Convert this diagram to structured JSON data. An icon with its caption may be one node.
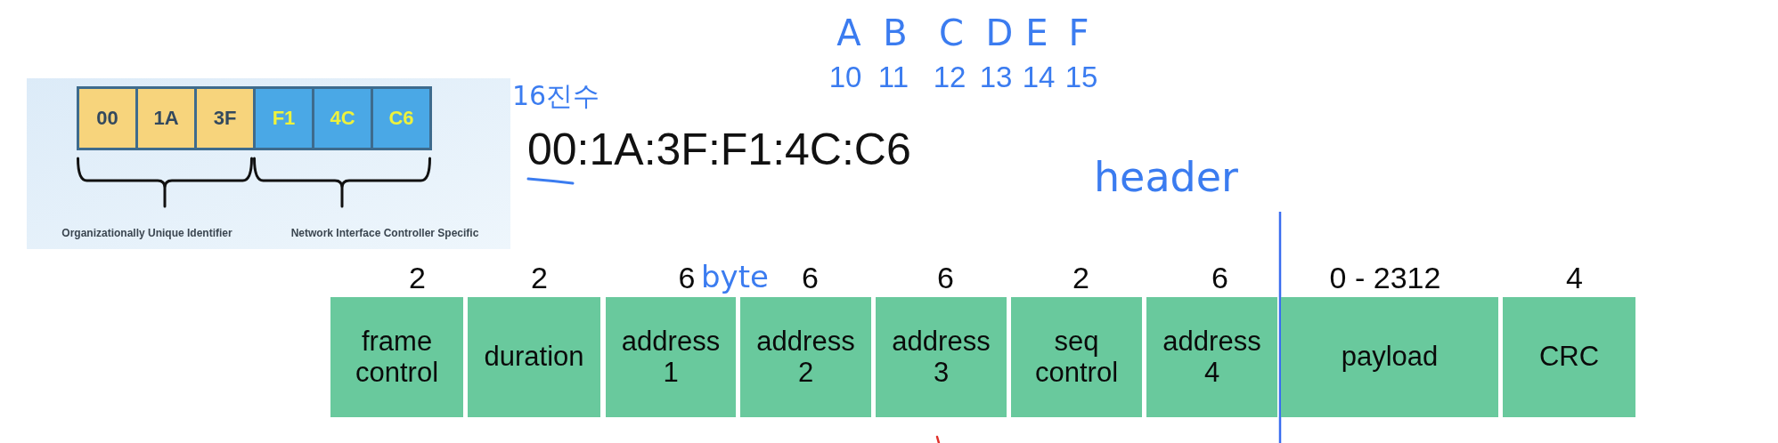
{
  "diagram": {
    "nodes": [
      {
        "text": [
          "00"
        ]
      },
      {
        "text": [
          "1A"
        ]
      },
      {
        "text": [
          "3F"
        ]
      },
      {
        "text": [
          "F1"
        ]
      },
      {
        "text": [
          "4C"
        ]
      },
      {
        "text": [
          "C6"
        ]
      },
      {
        "text": [
          "frame control"
        ],
        "beside": [
          "2"
        ]
      },
      {
        "text": [
          "duration"
        ],
        "beside": [
          "2"
        ]
      },
      {
        "text": [
          "address 1"
        ],
        "beside": [
          "6"
        ]
      },
      {
        "text": [
          "address 2"
        ],
        "beside": [
          "6"
        ]
      },
      {
        "text": [
          "address 3"
        ],
        "beside": [
          "6"
        ]
      },
      {
        "text": [
          "seq control"
        ],
        "beside": [
          "2"
        ]
      },
      {
        "text": [
          "address 4"
        ],
        "beside": [
          "6"
        ]
      },
      {
        "text": [
          "payload"
        ],
        "beside": [
          "0 - 2312"
        ]
      },
      {
        "text": [
          "CRC"
        ],
        "beside": [
          "4"
        ]
      }
    ],
    "labels": [
      "A",
      "B",
      "C",
      "D",
      "E",
      "F",
      "10",
      "11",
      "12",
      "13",
      "14",
      "15",
      "16진수",
      "00:1A:3F:F1:4C:C6",
      "Organizationally Unique Identifier",
      "Network Interface Controller Specific",
      "header",
      "byte"
    ]
  }
}
